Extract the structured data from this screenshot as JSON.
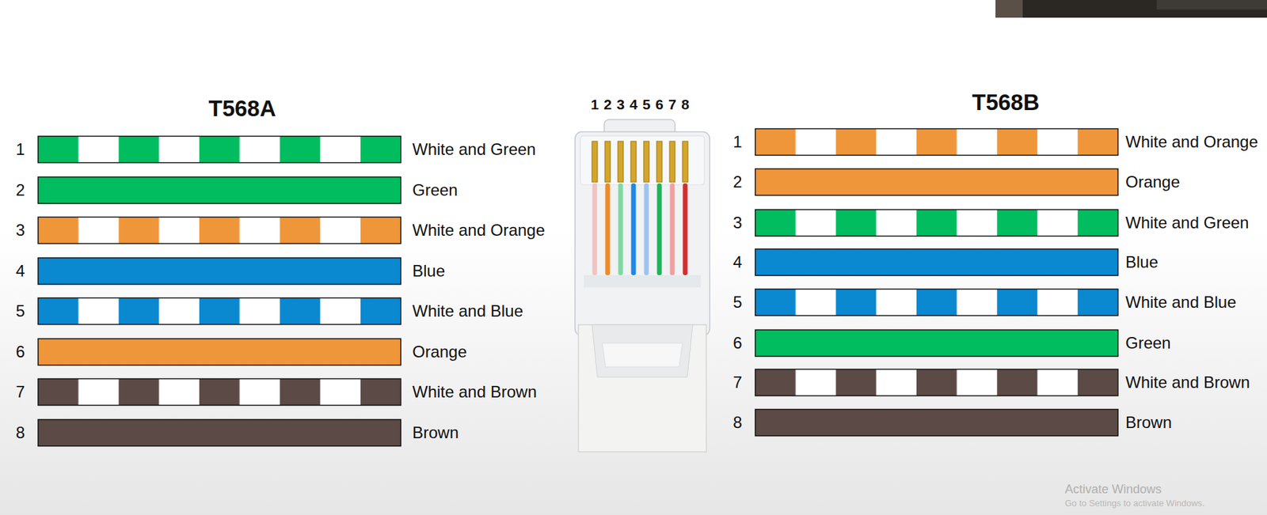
{
  "diagram": {
    "labels": [
      "T568A",
      "1",
      "White and Green",
      "2",
      "Green",
      "3",
      "White and Orange",
      "4",
      "Blue",
      "5",
      "White and Blue",
      "6",
      "Orange",
      "7",
      "White and Brown",
      "8",
      "Brown",
      "1",
      "2",
      "3",
      "4",
      "5",
      "6",
      "7",
      "8",
      "T568B",
      "1",
      "White and Orange",
      "2",
      "Orange",
      "3",
      "White and Green",
      "4",
      "Blue",
      "5",
      "White and Blue",
      "6",
      "Green",
      "7",
      "White and Brown",
      "8",
      "Brown",
      "Activate Windows",
      "Go to Settings to activate Windows."
    ]
  }
}
